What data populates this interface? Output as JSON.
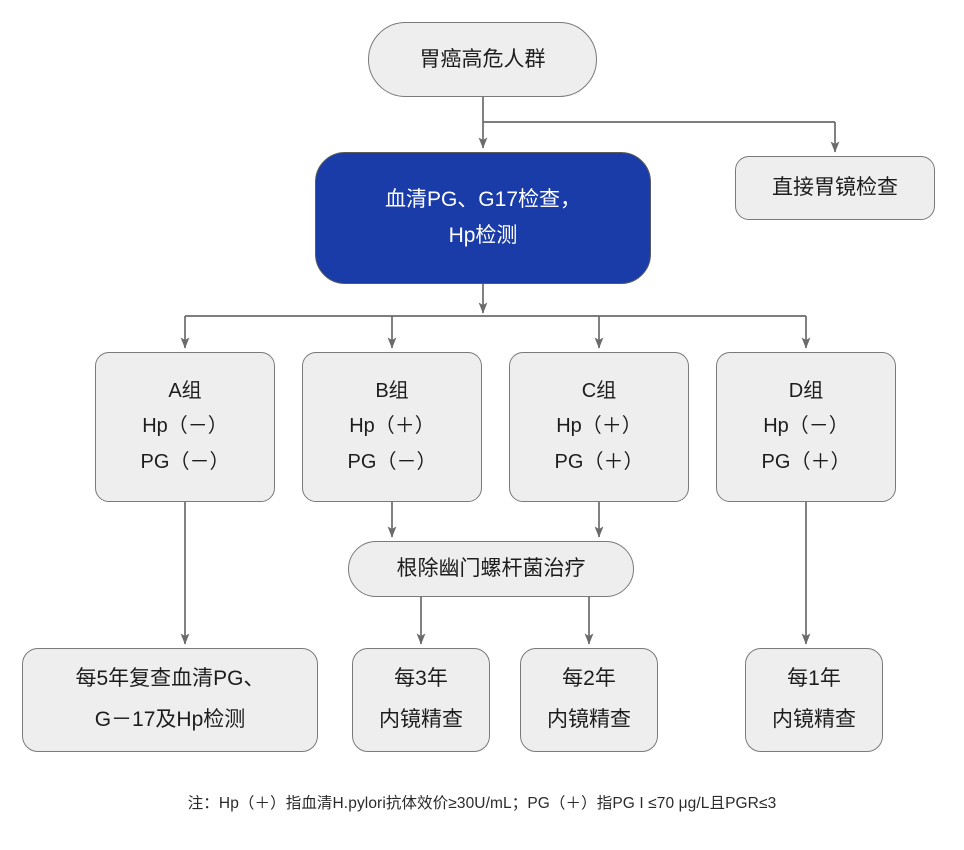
{
  "diagram": {
    "title_node": {
      "text": "胃癌高危人群"
    },
    "screening_node": {
      "line1": "血清PG、G17检查，",
      "line2": "Hp检测",
      "fill_color": "#1a3ca8",
      "text_color": "#ffffff"
    },
    "direct_node": {
      "text": "直接胃镜检查"
    },
    "groups": [
      {
        "id": "A",
        "name": "A组",
        "hp": "Hp（－）",
        "pg": "PG（－）"
      },
      {
        "id": "B",
        "name": "B组",
        "hp": "Hp（＋）",
        "pg": "PG（－）"
      },
      {
        "id": "C",
        "name": "C组",
        "hp": "Hp（＋）",
        "pg": "PG（＋）"
      },
      {
        "id": "D",
        "name": "D组",
        "hp": "Hp（－）",
        "pg": "PG（＋）"
      }
    ],
    "eradication_node": {
      "text": "根除幽门螺杆菌治疗"
    },
    "outcomes": [
      {
        "id": "every-5-years",
        "line1": "每5年复查血清PG、",
        "line2": "G－17及Hp检测"
      },
      {
        "id": "every-3-years",
        "line1": "每3年",
        "line2": "内镜精查"
      },
      {
        "id": "every-2-years",
        "line1": "每2年",
        "line2": "内镜精查"
      },
      {
        "id": "every-1-year",
        "line1": "每1年",
        "line2": "内镜精查"
      }
    ],
    "footnote": "注：Hp（＋）指血清H.pylori抗体效价≥30U/mL；PG（＋）指PG I ≤70 μg/L且PGR≤3",
    "colors": {
      "node_fill": "#eeeeee",
      "node_border": "#7a7a7a",
      "accent": "#1a3ca8",
      "edge": "#6b6b6b"
    }
  }
}
